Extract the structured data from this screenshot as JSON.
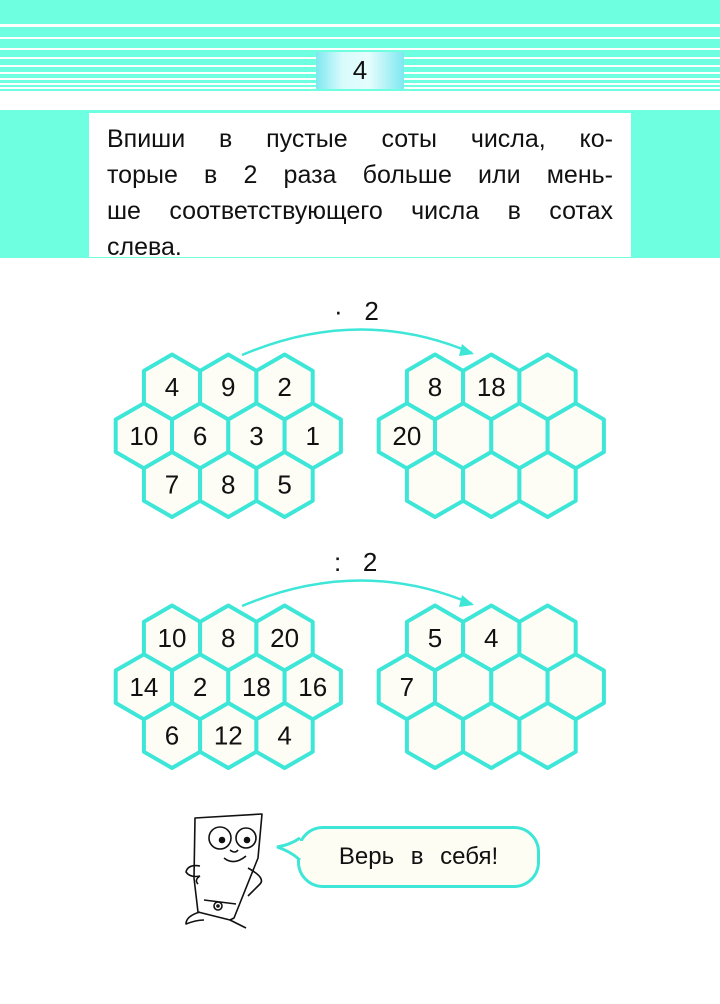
{
  "header": {
    "task_number": "4"
  },
  "task": {
    "lines": [
      "Впиши в пустые соты числа, ко-",
      "торые в 2 раза больше или мень-",
      "ше соответствующего числа в сотах",
      "слева."
    ]
  },
  "exercises": [
    {
      "operation_symbol": "·",
      "operand": "2",
      "left": [
        [
          "4",
          "9",
          "2"
        ],
        [
          "10",
          "6",
          "3",
          "1"
        ],
        [
          "7",
          "8",
          "5"
        ]
      ],
      "right": [
        [
          "8",
          "18",
          ""
        ],
        [
          "20",
          "",
          "",
          ""
        ],
        [
          "",
          "",
          ""
        ]
      ]
    },
    {
      "operation_symbol": ":",
      "operand": "2",
      "left": [
        [
          "10",
          "8",
          "20"
        ],
        [
          "14",
          "2",
          "18",
          "16"
        ],
        [
          "6",
          "12",
          "4"
        ]
      ],
      "right": [
        [
          "5",
          "4",
          ""
        ],
        [
          "7",
          "",
          "",
          ""
        ],
        [
          "",
          "",
          ""
        ]
      ]
    }
  ],
  "speech_bubble": {
    "text": "Верь в себя!"
  },
  "colors": {
    "teal": "#6dffdf",
    "hex_stroke": "#3ee6d8",
    "hex_fill": "#fdfdf6"
  }
}
